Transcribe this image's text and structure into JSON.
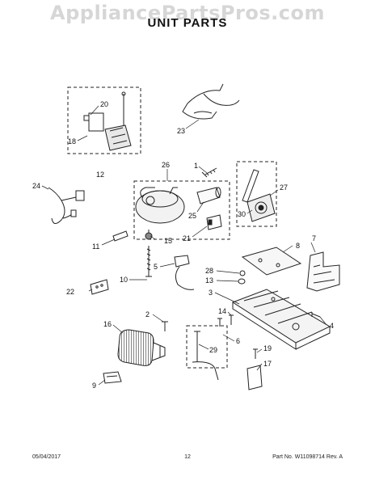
{
  "watermark": "AppliancePartsPros.com",
  "title": "UNIT PARTS",
  "callouts": {
    "c1": "1",
    "c2": "2",
    "c3": "3",
    "c4": "4",
    "c5": "5",
    "c6": "6",
    "c7": "7",
    "c8": "8",
    "c9": "9",
    "c10": "10",
    "c11": "11",
    "c12": "12",
    "c13": "13",
    "c14": "14",
    "c15": "15",
    "c16": "16",
    "c17": "17",
    "c18": "18",
    "c19": "19",
    "c20": "20",
    "c21": "21",
    "c22": "22",
    "c23": "23",
    "c24": "24",
    "c25": "25",
    "c26": "26",
    "c27": "27",
    "c28": "28",
    "c29": "29",
    "c30": "30"
  },
  "footer": {
    "date": "05/04/2017",
    "page": "12",
    "part_no": "Part No. W11098714  Rev. A"
  },
  "colors": {
    "line": "#222222",
    "watermark": "#d6d6d6"
  }
}
